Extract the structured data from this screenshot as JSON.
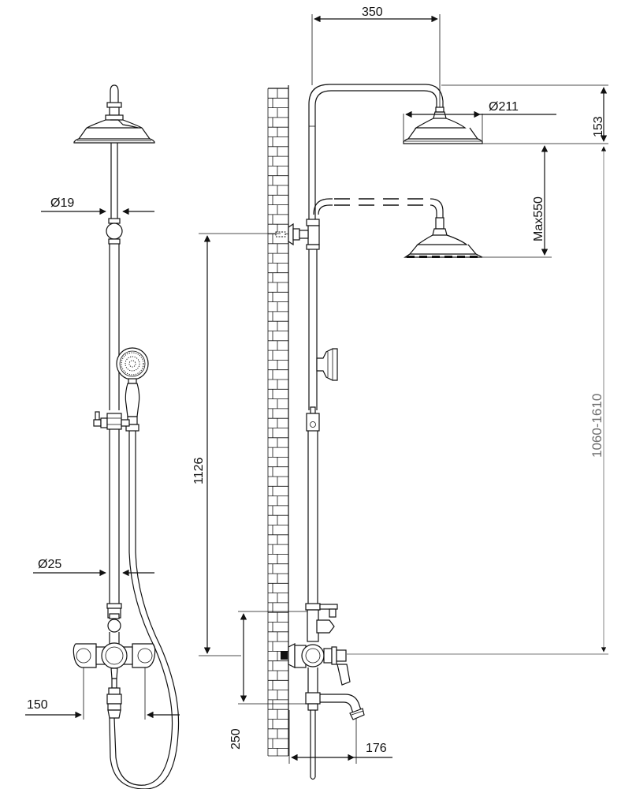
{
  "dimensions": {
    "arm_reach": "350",
    "head_diameter": "Ø211",
    "head_height": "153",
    "head_drop": "Max550",
    "column_range": "1060-1610",
    "riser_diameter": "Ø19",
    "lower_pipe_diameter": "Ø25",
    "bracket_height": "1126",
    "mixer_centres": "150",
    "spout_height": "250",
    "spout_projection": "176"
  }
}
